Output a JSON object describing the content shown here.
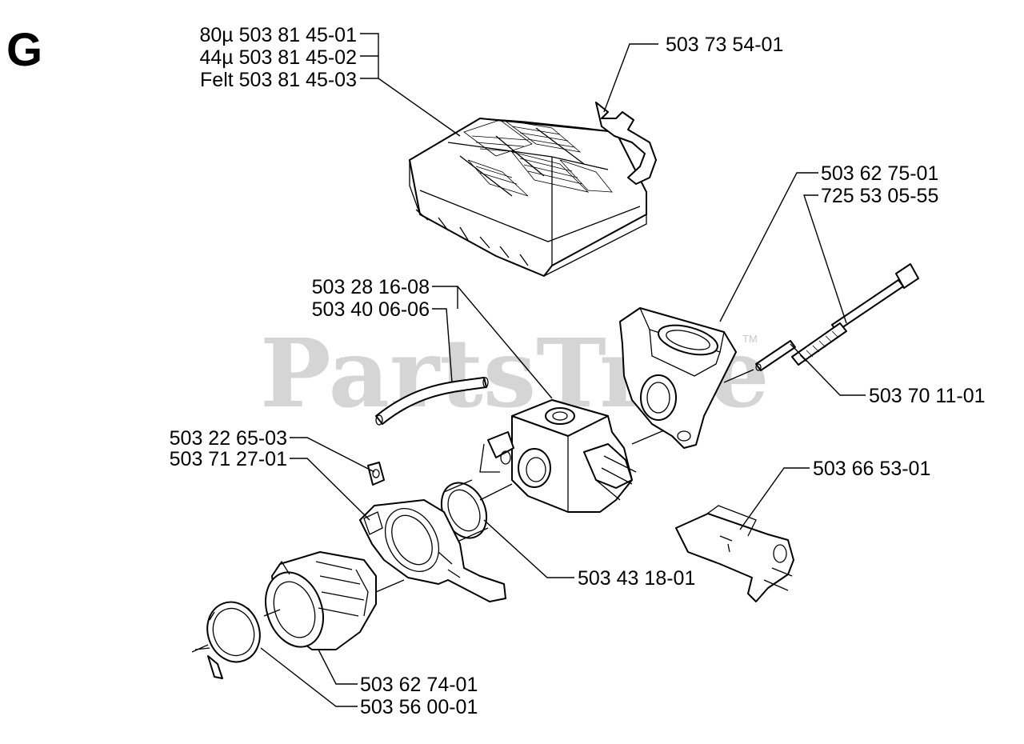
{
  "section_letter": "G",
  "watermark": {
    "brand": "PartsTree",
    "trademark": "TM"
  },
  "labels": {
    "air_filter_80": "80µ 503 81 45-01",
    "air_filter_44": "44µ 503 81 45-02",
    "air_filter_felt": "Felt 503 81 45-03",
    "spring_clip": "503 73 54-01",
    "intake_adapter": "503 62 75-01",
    "long_screw": "725 53 05-55",
    "fuel_hose_a": "503 28 16-08",
    "fuel_hose_b": "503 40 06-06",
    "pin": "503 70 11-01",
    "nut": "503 22 65-03",
    "flange": "503 71 27-01",
    "choke": "503 66 53-01",
    "rubber_ring": "503 43 18-01",
    "intake_boot": "503 62 74-01",
    "hose_clamp": "503 56 00-01"
  }
}
